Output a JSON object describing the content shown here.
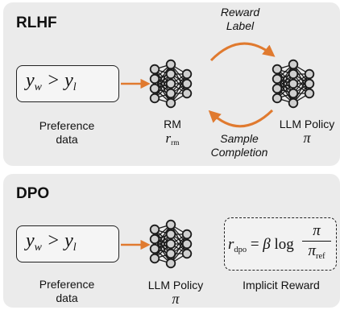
{
  "rlhf": {
    "title": "RLHF",
    "pref_math": "y_w > y_l",
    "pref_label_1": "Preference",
    "pref_label_2": "data",
    "rm_label": "RM",
    "rm_symbol": "r_rm",
    "reward_label_1": "Reward",
    "reward_label_2": "Label",
    "sample_label_1": "Sample",
    "sample_label_2": "Completion",
    "policy_label": "LLM Policy",
    "policy_symbol": "π"
  },
  "dpo": {
    "title": "DPO",
    "pref_math": "y_w > y_l",
    "pref_label_1": "Preference",
    "pref_label_2": "data",
    "policy_label": "LLM Policy",
    "policy_symbol": "π",
    "implicit_reward_label": "Implicit Reward",
    "formula": "r_dpo = β log π / π_ref"
  },
  "colors": {
    "panel_bg": "#ebebeb",
    "arrow": "#e07a2f",
    "node_fill": "#cfcfcf",
    "node_stroke": "#1a1a1a"
  }
}
